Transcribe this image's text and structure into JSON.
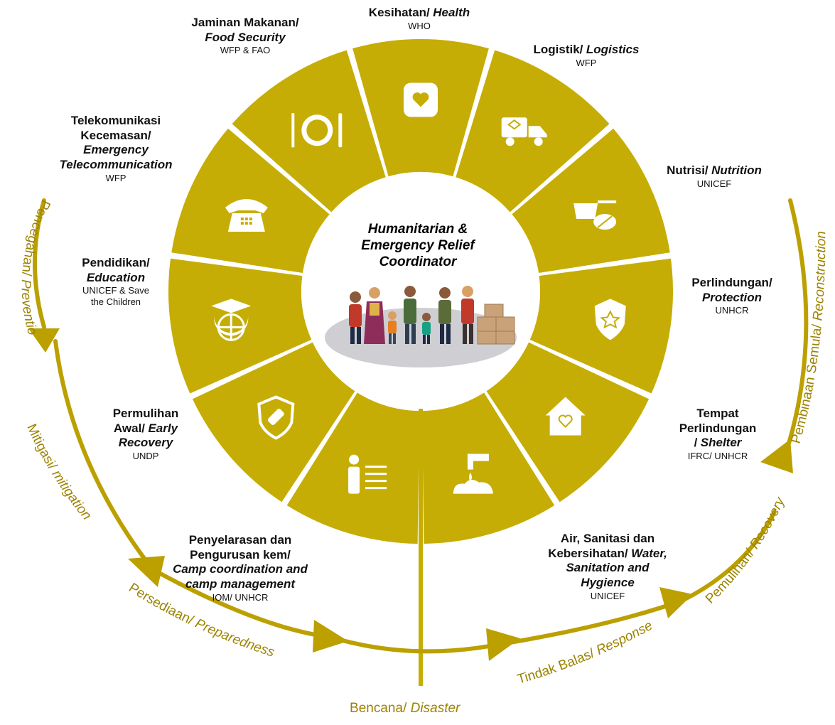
{
  "colors": {
    "gold": "#c6ad05",
    "phase_text": "#9c8300",
    "background": "#ffffff"
  },
  "center": {
    "title_line1": "Humanitarian &",
    "title_line2": "Emergency Relief",
    "title_line3": "Coordinator"
  },
  "clusters": [
    {
      "title": "Kesihatan/",
      "english": "Health",
      "agency": "WHO",
      "icon": "heart-phone-icon"
    },
    {
      "title": "Logistik/",
      "english": "Logistics",
      "agency": "WFP",
      "icon": "delivery-truck-icon"
    },
    {
      "title": "Nutrisi/",
      "english": "Nutrition",
      "agency": "UNICEF",
      "icon": "pot-and-pills-icon"
    },
    {
      "title": "Perlindungan/",
      "english": "Protection",
      "agency": "UNHCR",
      "icon": "shield-star-icon"
    },
    {
      "title_line1": "Tempat",
      "title_line2": "Perlindungan",
      "title_line3": "/",
      "english": "Shelter",
      "agency": "IFRC/ UNHCR",
      "icon": "house-heart-icon"
    },
    {
      "title_line1": "Air, Sanitasi dan",
      "title_line2": "Kebersihatan/",
      "english_line1": "Water,",
      "english_line2": "Sanitation and",
      "english_line3": "Hygience",
      "agency": "UNICEF",
      "icon": "water-tap-icon"
    },
    {
      "title_line1": "Penyelarasan dan",
      "title_line2": "Pengurusan kem/",
      "english_line1": "Camp coordination and",
      "english_line2": "camp management",
      "agency": "IOM/ UNHCR",
      "icon": "person-list-icon"
    },
    {
      "title_line1": "Permulihan",
      "title_line2": "Awal/",
      "english_line1": "Early",
      "english_line2": "Recovery",
      "agency": "UNDP",
      "icon": "shield-bandage-icon"
    },
    {
      "title": "Pendidikan/",
      "english": "Education",
      "agency_line1": "UNICEF & Save",
      "agency_line2": "the Children",
      "icon": "graduation-globe-icon"
    },
    {
      "title_line1": "Telekomunikasi",
      "title_line2": "Kecemasan/",
      "english_line1": "Emergency",
      "english_line2": "Telecommunication",
      "agency": "WFP",
      "icon": "telephone-icon"
    },
    {
      "title": "Jaminan Makanan/",
      "english": "Food Security",
      "agency": "WFP & FAO",
      "icon": "plate-cutlery-icon"
    }
  ],
  "phases": {
    "prevention": {
      "local": "Pencegahan/ ",
      "english": "Prevention"
    },
    "mitigation": {
      "local": "Mitigasi/ ",
      "english": "mitigation"
    },
    "preparedness": {
      "local": "Persediaan/ ",
      "english": "Preparedness"
    },
    "disaster": {
      "local": "Bencana/ ",
      "english": "Disaster"
    },
    "response": {
      "local": "Tindak Balas/ ",
      "english": "Response"
    },
    "recovery": {
      "local": "Pemulihan/ ",
      "english": "Recovery"
    },
    "reconstruction": {
      "local": "Pembinaan Semula/ ",
      "english": "Reconstruction"
    }
  }
}
